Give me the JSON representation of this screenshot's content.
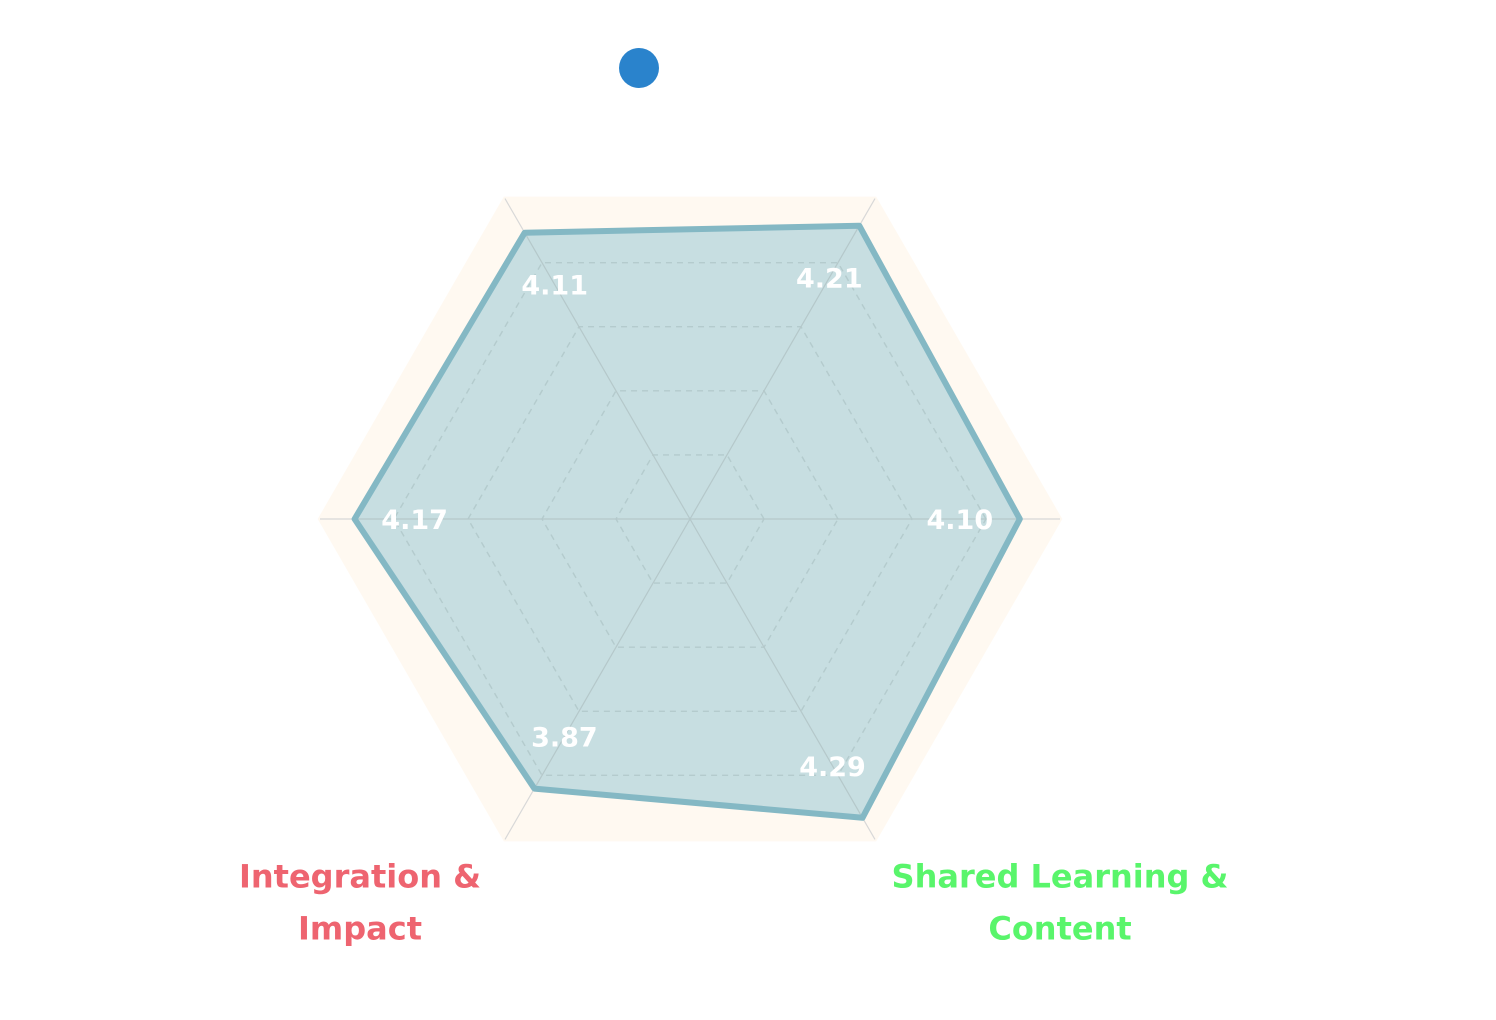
{
  "chart_data": {
    "type": "radar",
    "axis_count": 6,
    "rmax": 4.6,
    "grid_rings": 4,
    "series": [
      {
        "color": "#2A83CC",
        "line_color": "#84B8C4",
        "fill_color": "#C4DCDF",
        "values": [
          4.1,
          4.21,
          4.11,
          4.17,
          3.87,
          4.29
        ],
        "value_labels": [
          "4.10",
          "4.21",
          "4.11",
          "4.17",
          "3.87",
          "4.29"
        ]
      }
    ],
    "axis_labels": [
      {
        "axis_index": 4,
        "lines": [
          "Integration &",
          "Impact"
        ],
        "color": "#EE6470"
      },
      {
        "axis_index": 5,
        "lines": [
          "Shared Learning &",
          "Content"
        ],
        "color": "#59F56B"
      }
    ],
    "colors": {
      "outer_band": "#FFF9F1",
      "grid_line": "#D8D8D8",
      "grid_dash": "#CFCFCF"
    }
  }
}
